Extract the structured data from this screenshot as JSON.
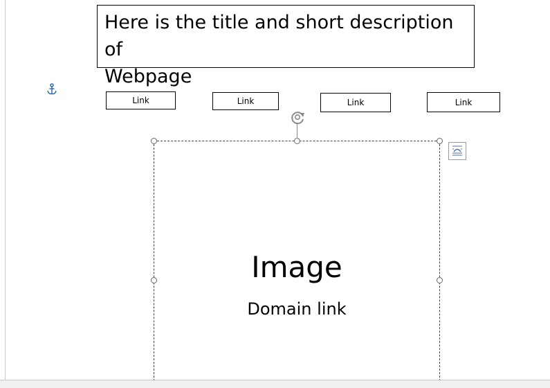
{
  "header": {
    "title_line1": "Here is the title and short description of",
    "title_line2": "Webpage"
  },
  "nav": {
    "links": [
      {
        "label": "Link"
      },
      {
        "label": "Link"
      },
      {
        "label": "Link"
      },
      {
        "label": "Link"
      }
    ]
  },
  "image_placeholder": {
    "label": "Image",
    "sublabel": "Domain link"
  },
  "icons": {
    "anchor": "anchor-icon",
    "rotate": "rotate-handle-icon",
    "layout_options": "layout-options-icon"
  },
  "colors": {
    "anchor": "#2e6db4",
    "border": "#000000",
    "handle": "#666666"
  }
}
